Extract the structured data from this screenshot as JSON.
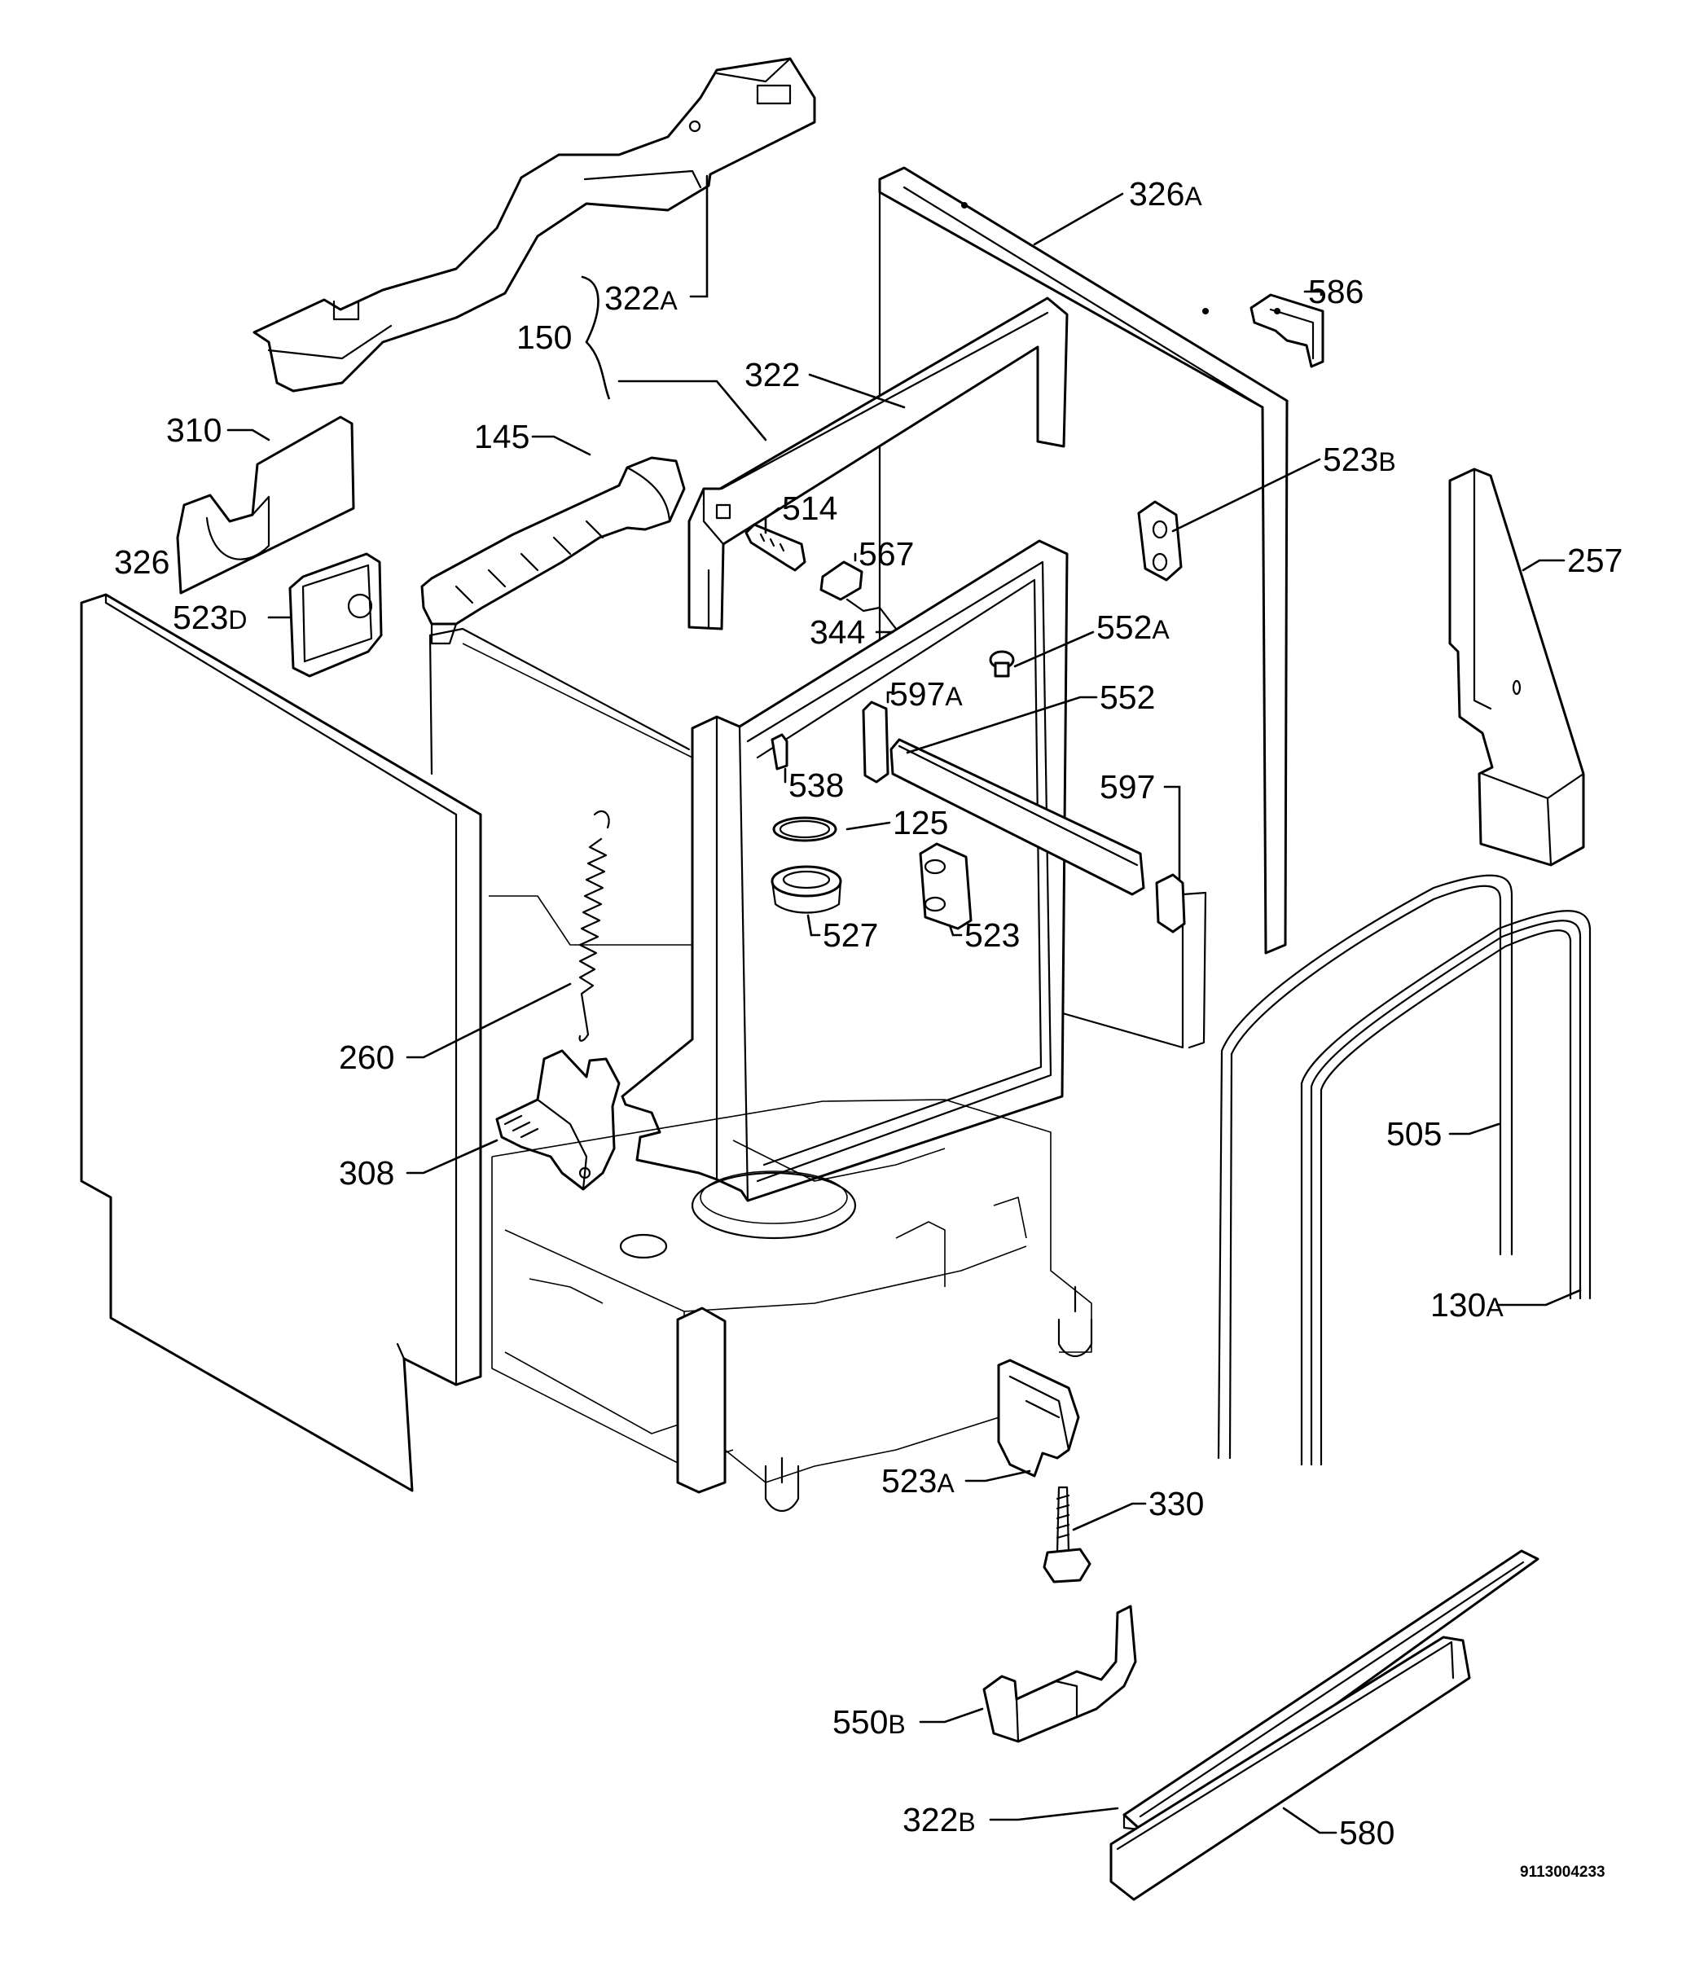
{
  "diagram": {
    "document_number": "9113004233",
    "callouts": [
      {
        "key": "c_326A",
        "number": "326",
        "suffix": "A"
      },
      {
        "key": "c_586",
        "number": "586",
        "suffix": ""
      },
      {
        "key": "c_322A",
        "number": "322",
        "suffix": "A"
      },
      {
        "key": "c_150",
        "number": "150",
        "suffix": ""
      },
      {
        "key": "c_322",
        "number": "322",
        "suffix": ""
      },
      {
        "key": "c_310",
        "number": "310",
        "suffix": ""
      },
      {
        "key": "c_145",
        "number": "145",
        "suffix": ""
      },
      {
        "key": "c_523B",
        "number": "523",
        "suffix": "B"
      },
      {
        "key": "c_514",
        "number": "514",
        "suffix": ""
      },
      {
        "key": "c_326",
        "number": "326",
        "suffix": ""
      },
      {
        "key": "c_567",
        "number": "567",
        "suffix": ""
      },
      {
        "key": "c_257",
        "number": "257",
        "suffix": ""
      },
      {
        "key": "c_523D",
        "number": "523",
        "suffix": "D"
      },
      {
        "key": "c_344",
        "number": "344",
        "suffix": ""
      },
      {
        "key": "c_552A",
        "number": "552",
        "suffix": "A"
      },
      {
        "key": "c_597A",
        "number": "597",
        "suffix": "A"
      },
      {
        "key": "c_552",
        "number": "552",
        "suffix": ""
      },
      {
        "key": "c_538",
        "number": "538",
        "suffix": ""
      },
      {
        "key": "c_597",
        "number": "597",
        "suffix": ""
      },
      {
        "key": "c_125",
        "number": "125",
        "suffix": ""
      },
      {
        "key": "c_527",
        "number": "527",
        "suffix": ""
      },
      {
        "key": "c_523",
        "number": "523",
        "suffix": ""
      },
      {
        "key": "c_260",
        "number": "260",
        "suffix": ""
      },
      {
        "key": "c_505",
        "number": "505",
        "suffix": ""
      },
      {
        "key": "c_308",
        "number": "308",
        "suffix": ""
      },
      {
        "key": "c_130A",
        "number": "130",
        "suffix": "A"
      },
      {
        "key": "c_523A",
        "number": "523",
        "suffix": "A"
      },
      {
        "key": "c_330",
        "number": "330",
        "suffix": ""
      },
      {
        "key": "c_550B",
        "number": "550",
        "suffix": "B"
      },
      {
        "key": "c_322B",
        "number": "322",
        "suffix": "B"
      },
      {
        "key": "c_580",
        "number": "580",
        "suffix": ""
      }
    ]
  }
}
